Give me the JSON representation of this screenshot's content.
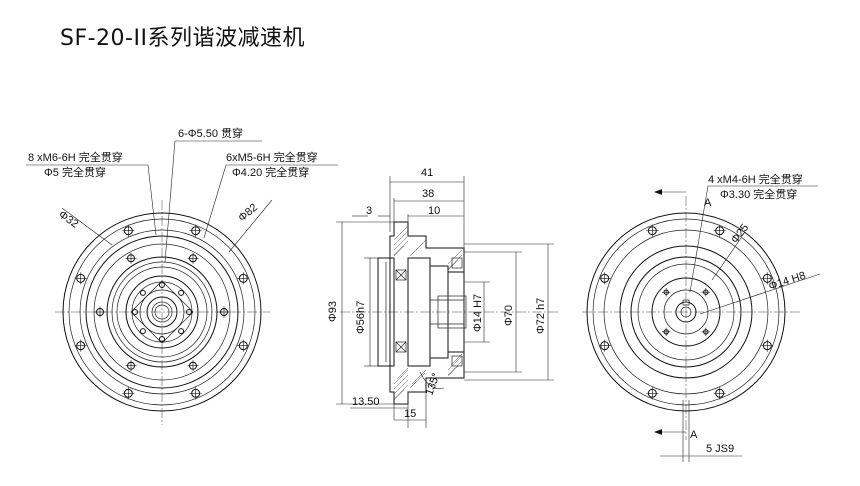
{
  "title": "SF-20-II系列谐波减速机",
  "left_view": {
    "hole_8": "8 xM6-6H 完全贯穿",
    "hole_8_dia": "Φ5 完全贯穿",
    "hole_6": "6-Φ5.50 贯穿",
    "hole_6m": "6xM5-6H 完全贯穿",
    "hole_6m_dia": "Φ4.20 完全贯穿",
    "dia_32": "Φ32",
    "dia_82": "Φ82"
  },
  "side_view": {
    "d41": "41",
    "d38": "38",
    "d3": "3",
    "d10": "10",
    "d93": "Φ93",
    "d56": "Φ56h7",
    "d14": "Φ14 H7",
    "d70": "Φ70",
    "d72": "Φ72 h7",
    "d1350": "13.50",
    "d15": "15",
    "d135": "135°"
  },
  "right_view": {
    "hole_4": "4 xM4-6H 完全贯穿",
    "hole_4_dia": "Φ3.30 完全贯穿",
    "section_a_top": "A",
    "section_a_bottom": "A",
    "dia_25": "Φ25",
    "dia_14": "Φ14 H8",
    "key": "5 JS9"
  }
}
